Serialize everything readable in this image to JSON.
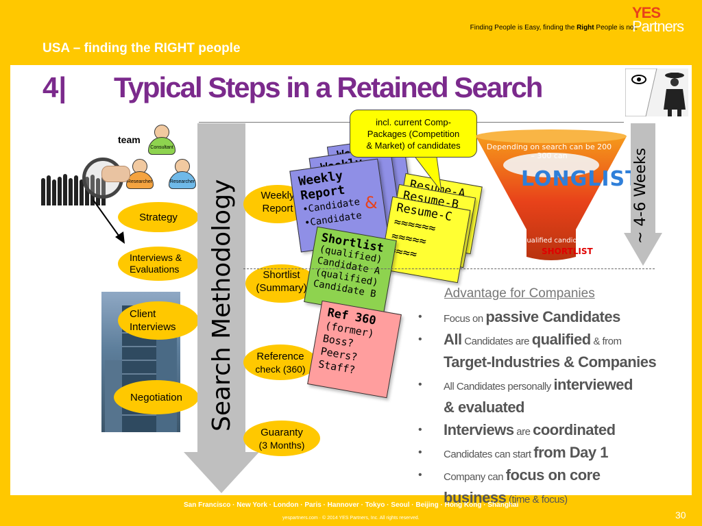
{
  "header": {
    "tagline_pre": "Finding People is Easy, finding the ",
    "tagline_bold": "Right",
    "tagline_post": " People is not.",
    "logo_line1": "YES",
    "logo_line2": "Partners",
    "subtitle": "USA – finding the RIGHT people",
    "title_number": "4|",
    "title": "Typical Steps in a Retained Search"
  },
  "team": {
    "label": "team",
    "roles": [
      "Consultant",
      "Researcher",
      "Researcher"
    ]
  },
  "left_steps": [
    "Strategy",
    "Interviews &",
    "Evaluations",
    "Client",
    "Interviews",
    "Negotiation"
  ],
  "methodology_label": "Search Methodology",
  "steps": {
    "weekly_line1": "Weekly",
    "weekly_line2": "Report",
    "shortlist_line1": "Shortlist",
    "shortlist_line2": "(Summary)",
    "reference_line1": "Reference",
    "reference_line2": "check (360)",
    "guaranty_line1": "Guaranty",
    "guaranty_line2": "(3 Months)"
  },
  "cards": {
    "weekly_back": "Weekly",
    "weekly_title_1": "Weekly",
    "weekly_title_2": "Report",
    "weekly_item1": "•Candidate",
    "weekly_item2": "•Candidate",
    "ampersand": "&",
    "resume_a": "Resume-A",
    "resume_b": "Resume-B",
    "resume_c": "Resume-C",
    "resume_squiggle": "≈≈≈≈≈≈",
    "resume_squiggle2": "≈≈≈≈≈",
    "resume_squiggle3": "≈≈≈≈",
    "shortlist_title": "Shortlist",
    "shortlist_l1": "(qualified)",
    "shortlist_l2": "Candidate A",
    "shortlist_l3": "(qualified)",
    "shortlist_l4": "Candidate B",
    "ref_title": "Ref 360",
    "ref_l1": "(former)",
    "ref_l2": "Boss?",
    "ref_l3": "Peers?",
    "ref_l4": "Staff?"
  },
  "callout": {
    "l1": "incl. current Comp-",
    "l2": "Packages (Competition",
    "l3": "& Market) of candidates"
  },
  "funnel": {
    "top": "Depending on search can be 200 – 300 can",
    "longlist": "LONGLIST",
    "qualified": "qualified candidates only",
    "shortlist": "SHORTLIST"
  },
  "weeks_label": "~ 4-6 Weeks",
  "advantages": {
    "title": "Advantage for Companies",
    "items": [
      {
        "a": "Focus on ",
        "b": "passive Candidates",
        "c": ""
      },
      {
        "a": "",
        "b": "All",
        "c": " Candidates are "
      },
      {
        "a": "qualified",
        "b": " &  from",
        "c": ""
      },
      {
        "a": "Target-Industries & Companies",
        "b": "",
        "c": ""
      },
      {
        "a": "All Candidates personally ",
        "b": "interviewed",
        "c": ""
      },
      {
        "a": "& evaluated",
        "b": "",
        "c": ""
      },
      {
        "a": "Interviews",
        "b": " are ",
        "c": "coordinated"
      },
      {
        "a": "Candidates can start ",
        "b": "from Day 1",
        "c": ""
      },
      {
        "a": "Company can ",
        "b": "focus on core",
        "c": ""
      },
      {
        "a": "business",
        "b": " (time & focus)",
        "c": ""
      }
    ]
  },
  "footer": {
    "cities": "San Francisco · New York · London · Paris · Hannover · Tokyo · Seoul · Beijing · Hong Kong · Shanghai",
    "copyright": "yespartners.com · © 2014 YES Partners, Inc. All rights reserved.",
    "page_number": "30"
  },
  "colors": {
    "background": "#FFC800",
    "title": "#7B2A8C",
    "weekly_card": "#8F8FE6",
    "resume_card": "#FFFF33",
    "shortlist_card": "#8ED34F",
    "ref_card": "#FF9E9E"
  }
}
